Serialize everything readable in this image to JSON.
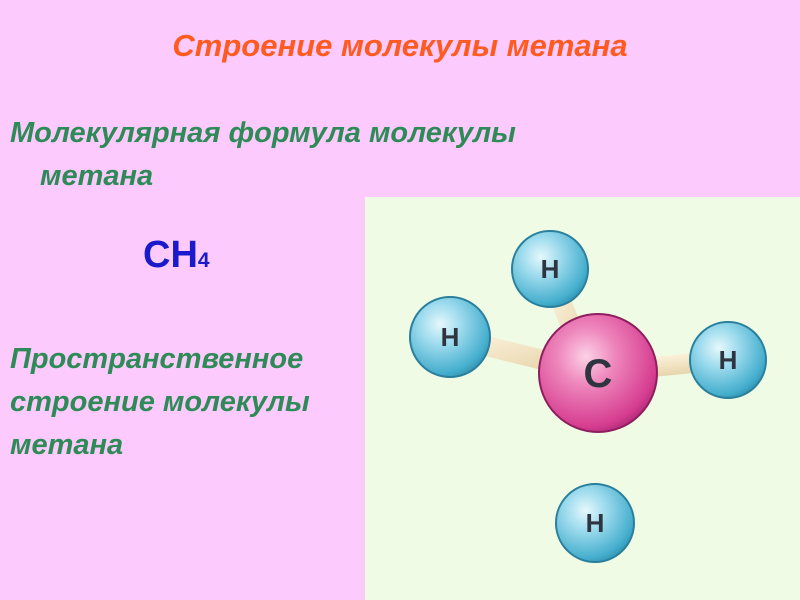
{
  "title": "Строение молекулы метана",
  "formula_heading": {
    "line1": "Молекулярная формула молекулы",
    "line2": "метана"
  },
  "formula": {
    "main": "CH",
    "subscript": "4"
  },
  "structure_heading": {
    "line1": "Пространственное",
    "line2": "строение молекулы",
    "line3": "метана"
  },
  "molecule": {
    "center_atom": "C",
    "outer_atom": "H",
    "colors": {
      "carbon": "#e04a9c",
      "hydrogen": "#5fc0de",
      "bond": "#f5e8c8",
      "title": "#ff5a1f",
      "heading": "#2e8b57",
      "formula": "#1a1acc",
      "background": "#fccafc",
      "panel": "#effbe5"
    }
  }
}
